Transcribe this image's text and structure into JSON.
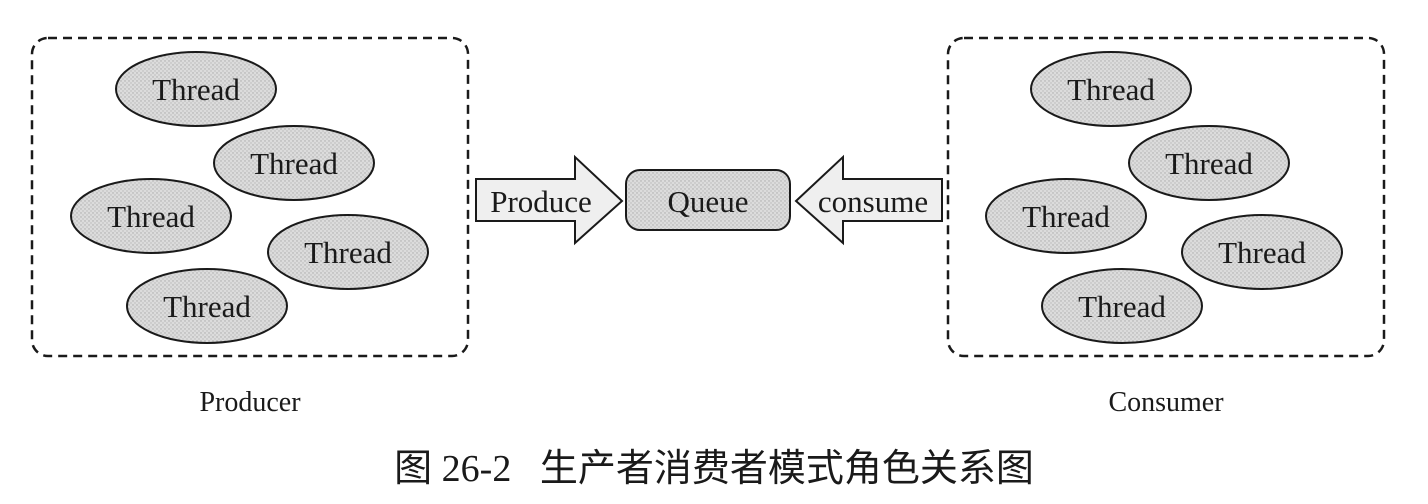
{
  "producer": {
    "label": "Producer",
    "threads": [
      "Thread",
      "Thread",
      "Thread",
      "Thread",
      "Thread"
    ]
  },
  "consumer": {
    "label": "Consumer",
    "threads": [
      "Thread",
      "Thread",
      "Thread",
      "Thread",
      "Thread"
    ]
  },
  "produce_arrow": {
    "label": "Produce"
  },
  "consume_arrow": {
    "label": "consume"
  },
  "queue": {
    "label": "Queue"
  },
  "caption": "图 26-2   生产者消费者模式角色关系图",
  "colors": {
    "node_fill": "#d9d9d9",
    "arrow_fill": "#efefef",
    "queue_fill": "#cfcfcf",
    "stroke": "#1a1a1a"
  }
}
